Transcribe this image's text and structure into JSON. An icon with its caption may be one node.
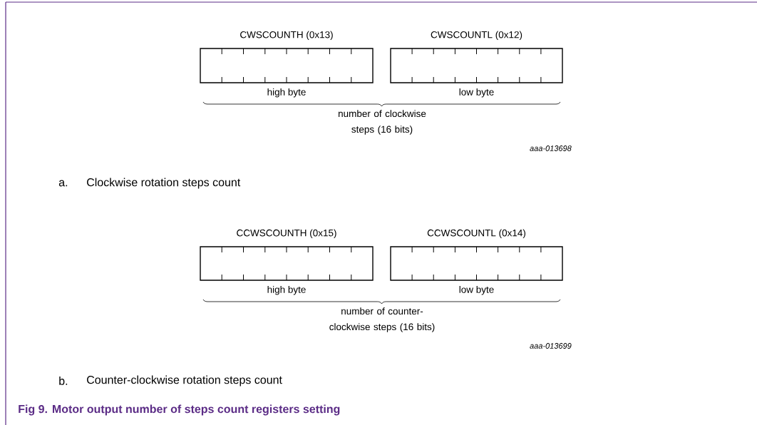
{
  "diagram": {
    "caption": "Fig 9. Motor output number of steps count registers setting",
    "nodes": [
      {
        "text": [
          "CWSCOUNTH (0x13)",
          "high byte"
        ]
      },
      {
        "text": [
          "CWSCOUNTL (0x12)",
          "low byte"
        ]
      },
      {
        "text": [
          "CCWSCOUNTH (0x15)",
          "high byte"
        ]
      },
      {
        "text": [
          "CCWSCOUNTL (0x14)",
          "low byte"
        ]
      }
    ],
    "labels": [
      "number of clockwise steps (16 bits)",
      "aaa-013698",
      "a.",
      "Clockwise rotation steps count",
      "number of counter-clockwise steps (16 bits)",
      "aaa-013699",
      "b.",
      "Counter-clockwise rotation steps count"
    ]
  }
}
